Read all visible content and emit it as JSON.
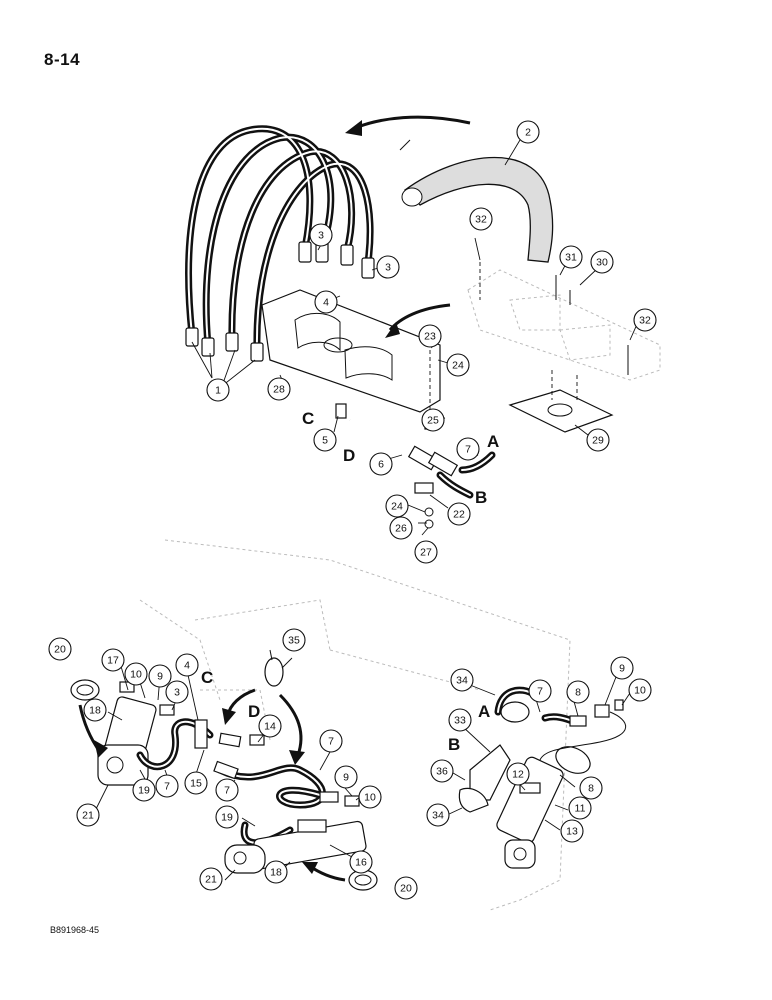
{
  "page": {
    "number": "8-14",
    "figure_id": "B891968-45"
  },
  "callouts": {
    "c1a": "1",
    "c2": "2",
    "c3a": "3",
    "c3b": "3",
    "c4a": "4",
    "c5": "5",
    "c6": "6",
    "c7a": "7",
    "c22": "22",
    "c23": "23",
    "c24a": "24",
    "c24b": "24",
    "c25": "25",
    "c26": "26",
    "c27": "27",
    "c28": "28",
    "c29": "29",
    "c30": "30",
    "c31": "31",
    "c32a": "32",
    "c32b": "32",
    "c20a": "20",
    "c17": "17",
    "c10a": "10",
    "c9a": "9",
    "c4b": "4",
    "c3c": "3",
    "c18a": "18",
    "c19a": "19",
    "c7b": "7",
    "c15": "15",
    "c21a": "21",
    "c35": "35",
    "c14": "14",
    "c7c": "7",
    "c7d": "7",
    "c9b": "9",
    "c10b": "10",
    "c19b": "19",
    "c16": "16",
    "c18b": "18",
    "c21b": "21",
    "c20b": "20",
    "c34a": "34",
    "c7e": "7",
    "c8a": "8",
    "c9c": "9",
    "c10c": "10",
    "c33": "33",
    "c36": "36",
    "c34b": "34",
    "c12": "12",
    "c8b": "8",
    "c11": "11",
    "c13": "13"
  },
  "letters": {
    "C_top": "C",
    "D_top": "D",
    "A_top": "A",
    "B_top": "B",
    "C_bot": "C",
    "D_bot": "D",
    "A_bot": "A",
    "B_bot": "B"
  }
}
